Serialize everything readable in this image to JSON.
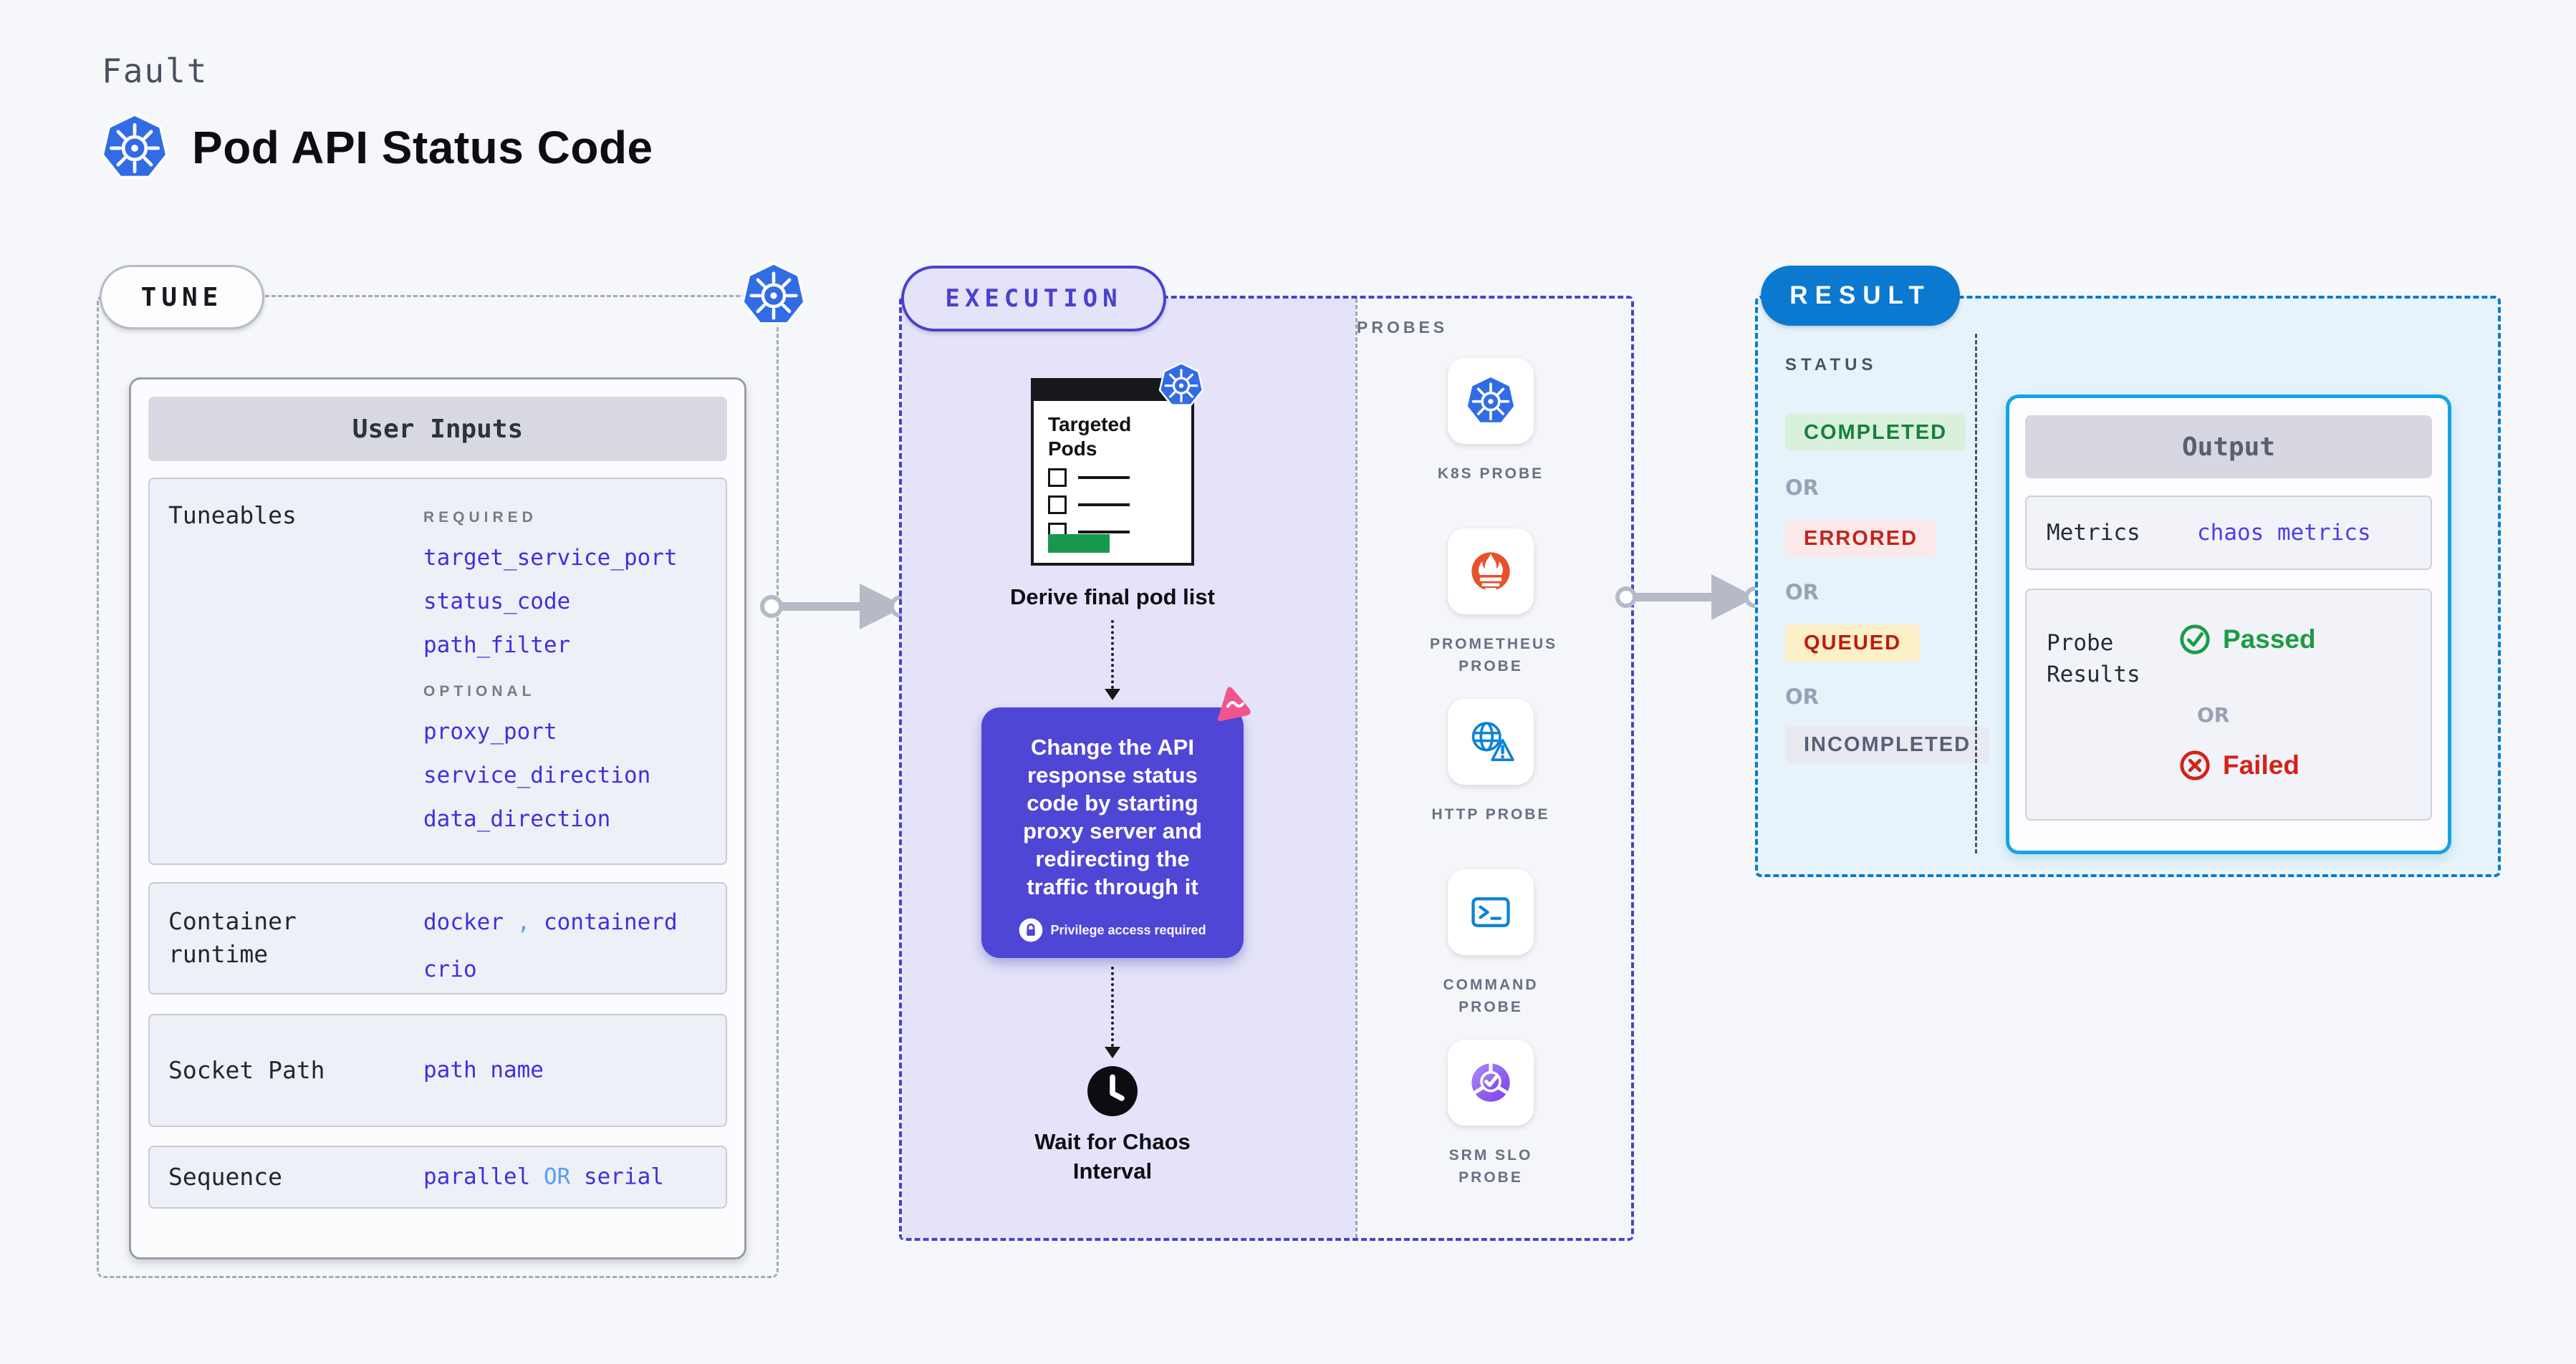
{
  "header": {
    "eyebrow": "Fault",
    "title": "Pod API Status Code"
  },
  "tune": {
    "badge": "TUNE",
    "card": {
      "header": "User Inputs",
      "tuneables": {
        "label": "Tuneables",
        "required_label": "REQUIRED",
        "required_values": [
          "target_service_port",
          "status_code",
          "path_filter"
        ],
        "optional_label": "OPTIONAL",
        "optional_values": [
          "proxy_port",
          "service_direction",
          "data_direction"
        ]
      },
      "container_runtime": {
        "label": "Container runtime",
        "value_a": "docker",
        "comma": ",",
        "value_b": "containerd",
        "value_c": "crio"
      },
      "socket_path": {
        "label": "Socket Path",
        "value": "path name"
      },
      "sequence": {
        "label": "Sequence",
        "value_a": "parallel",
        "or": "OR",
        "value_b": "serial"
      }
    }
  },
  "execution": {
    "badge": "EXECUTION",
    "pod_list_title": "Targeted Pods",
    "derive_caption": "Derive final pod list",
    "action_text": "Change the API response status code by starting proxy server and redirecting the traffic through it",
    "privilege_note": "Privilege access required",
    "wait_caption": "Wait for Chaos Interval"
  },
  "probes": {
    "heading": "PROBES",
    "items": [
      {
        "label": "K8S PROBE",
        "icon": "kubernetes-icon"
      },
      {
        "label": "PROMETHEUS PROBE",
        "icon": "prometheus-icon"
      },
      {
        "label": "HTTP PROBE",
        "icon": "http-globe-warning-icon"
      },
      {
        "label": "COMMAND PROBE",
        "icon": "terminal-icon"
      },
      {
        "label": "SRM SLO PROBE",
        "icon": "slo-pie-check-icon"
      }
    ]
  },
  "result": {
    "badge": "RESULT",
    "status_heading": "STATUS",
    "or_label": "OR",
    "statuses": [
      {
        "label": "COMPLETED",
        "fg": "#15813c",
        "bg": "#d9f0dc"
      },
      {
        "label": "ERRORED",
        "fg": "#c2251d",
        "bg": "#fbe9e9"
      },
      {
        "label": "QUEUED",
        "fg": "#bf1a10",
        "bg": "#fcf0c8"
      },
      {
        "label": "INCOMPLETED",
        "fg": "#566077",
        "bg": "#e9eaf1"
      }
    ],
    "output": {
      "header": "Output",
      "metrics_label": "Metrics",
      "metrics_value": "chaos metrics",
      "probe_results_label": "Probe Results",
      "passed_label": "Passed",
      "or_label": "OR",
      "failed_label": "Failed"
    }
  },
  "colors": {
    "page_bg": "#f6f7fa",
    "accent_indigo": "#4a41cc",
    "accent_blue": "#0b79cf",
    "accent_cyan": "#14a4e4",
    "value_blue": "#3d31dd",
    "value_lightblue": "#5b9cf6",
    "passed_green": "#1c9b44",
    "failed_red": "#d32219",
    "purple_box": "#4f46d6",
    "lavender_bg": "#e4e3f9",
    "result_bg": "#e7f3fb",
    "kubernetes_blue": "#326ce5",
    "prometheus_orange": "#e6522c"
  }
}
